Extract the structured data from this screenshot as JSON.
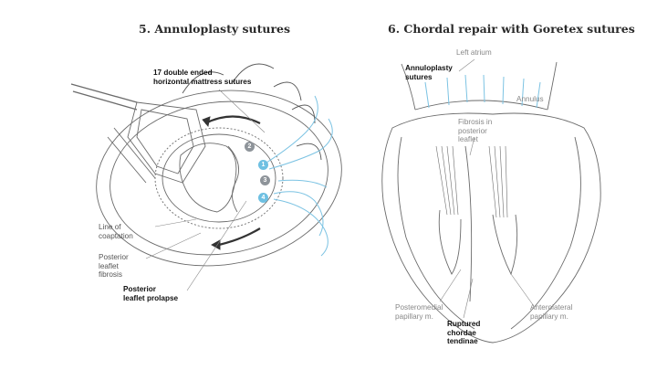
{
  "left_panel": {
    "title": "5. Annuloplasty sutures",
    "label_sutures": "17 double ended\nhorizontal mattress sutures",
    "label_coaptation": "Line of\ncoaptation",
    "label_fibrosis": "Posterior\nleaflet\nfibrosis",
    "label_prolapse": "Posterior\nleaflet prolapse",
    "markers": [
      "2",
      "1",
      "3",
      "4"
    ],
    "marker_colors": {
      "gray": "#8e949a",
      "blue": "#6ec0e2"
    }
  },
  "right_panel": {
    "title": "6. Chordal repair with Goretex sutures",
    "label_left_atrium": "Left atrium",
    "label_annuloplasty": "Annuloplasty\nsutures",
    "label_annulus": "Annulus",
    "label_fibrosis": "Fibrosis in\nposterior\nleaflet",
    "label_posteromedial": "Posteromedial\npapillary m.",
    "label_ruptured": "Ruptured\nchordae\ntendinae",
    "label_anterolateral": "Anterolateral\npapillary m."
  },
  "colors": {
    "line": "#6b6b6b",
    "suture_blue": "#7cc3e3"
  }
}
